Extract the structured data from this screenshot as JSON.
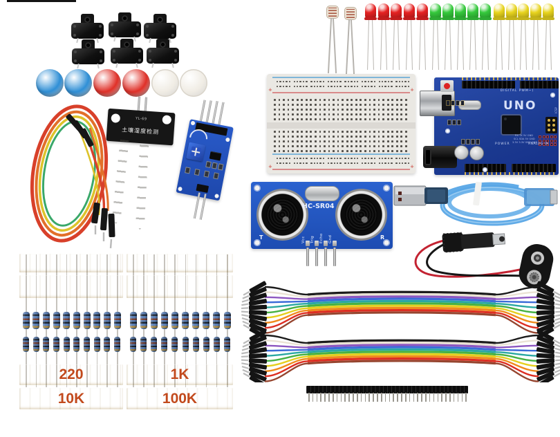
{
  "photo": {
    "description": "Arduino UNO starter kit components laid out on a white background",
    "background": "#ffffff"
  },
  "buttons": {
    "count": 6
  },
  "caps": {
    "colors": [
      "#2f8fd6",
      "#2f8fd6",
      "#e03028",
      "#e03028",
      "#f0ece4",
      "#f0ece4"
    ]
  },
  "ldrs": {
    "count": 2
  },
  "leds": {
    "colors": [
      "#e52222",
      "#e52222",
      "#e52222",
      "#e52222",
      "#e52222",
      "#35c93c",
      "#35c93c",
      "#35c93c",
      "#35c93c",
      "#35c93c",
      "#e8d41e",
      "#e8d41e",
      "#e8d41e",
      "#e8d41e",
      "#e8d41e"
    ]
  },
  "soil_sensor": {
    "model": "YL-69",
    "caption": "土壤湿度检测"
  },
  "breadboard": {
    "columns": 30,
    "rows_per_bank": 5,
    "plus_mark": "+"
  },
  "uno": {
    "name": "UNO",
    "digital_label": "DIGITAL PWM~)",
    "power_label": "POWER",
    "analog_label": "ANALOG IN",
    "icsp_label": "ICSP",
    "pin_rows": [
      "RX TX 5V GND",
      "SCL SDA 5V GND",
      "3.3V 3.3V GND GND"
    ]
  },
  "ultrasonic": {
    "name": "HC-SR04",
    "pins": [
      "Vcc",
      "Trig",
      "Echo",
      "Gnd"
    ],
    "left_mark": "T",
    "right_mark": "R"
  },
  "resistors": {
    "per_row": 10,
    "columns": [
      {
        "top_label": "220",
        "bottom_label": "10K"
      },
      {
        "top_label": "1K",
        "bottom_label": "100K"
      }
    ]
  },
  "ribbon_cables": {
    "count": 2,
    "wire_colors": [
      "#1b1b1b",
      "#eae2d4",
      "#8d56c0",
      "#3b6cd8",
      "#2aa8a2",
      "#47b143",
      "#e5cf1d",
      "#f08a1c",
      "#dd2e22",
      "#96452f"
    ]
  },
  "header_strip": {
    "pins": 40
  }
}
